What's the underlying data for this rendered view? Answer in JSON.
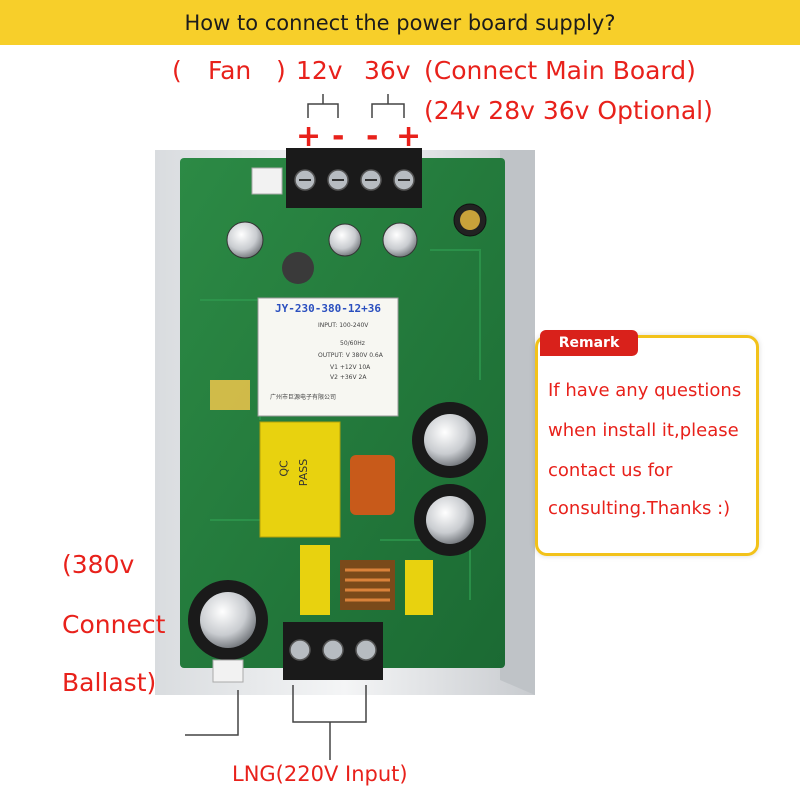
{
  "banner": {
    "title": "How to connect the power board supply?"
  },
  "top_labels": {
    "fan_open": "(",
    "fan": "Fan",
    "fan_close": ")",
    "v12": "12v",
    "v36": "36v",
    "main_board": "(Connect Main Board)",
    "optional": "(24v 28v 36v Optional)"
  },
  "terminal_signs": [
    "+",
    "-",
    "-",
    "+"
  ],
  "remark": {
    "tag": "Remark",
    "lines": [
      "If have any questions",
      "when install it,please",
      "contact us for",
      "consulting.Thanks :)"
    ]
  },
  "left_labels": {
    "line1": "(380v",
    "line2": "Connect",
    "line3": "Ballast)"
  },
  "bottom_label": "LNG(220V Input)",
  "board_label": {
    "model": "JY-230-380-12+36",
    "input": "INPUT: 100-240V",
    "freq": "50/60Hz",
    "output": "OUTPUT: V 380V 0.6A",
    "v1": "V1 +12V  10A",
    "v2": "V2 +36V  2A",
    "maker": "广州市巨源电子有限公司",
    "qc": "QC",
    "pass": "PASS"
  },
  "colors": {
    "banner": "#f7cf2a",
    "accent_red": "#e8211b",
    "remark_border": "#f2c21a",
    "pcb_green": "#1f7a3a"
  }
}
